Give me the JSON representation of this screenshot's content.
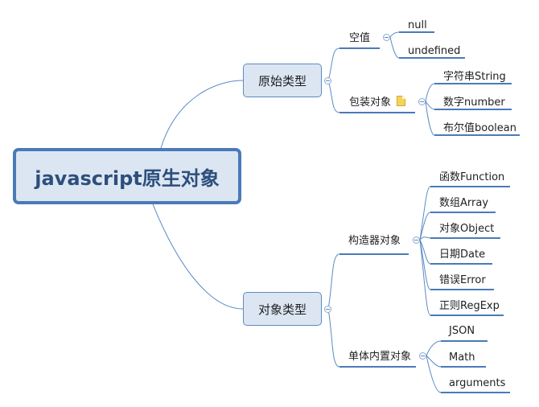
{
  "root": "javascript原生对象",
  "branches": {
    "primitive": {
      "label": "原始类型",
      "groups": {
        "empty": {
          "label": "空值",
          "items": [
            "null",
            "undefined"
          ]
        },
        "wrapper": {
          "label": "包装对象",
          "items": [
            "字符串String",
            "数字number",
            "布尔值boolean"
          ]
        }
      }
    },
    "object": {
      "label": "对象类型",
      "groups": {
        "ctor": {
          "label": "构造器对象",
          "items": [
            "函数Function",
            "数组Array",
            "对象Object",
            "日期Date",
            "错误Error",
            "正则RegExp"
          ]
        },
        "singleton": {
          "label": "单体内置对象",
          "items": [
            "JSON",
            "Math",
            "arguments"
          ]
        }
      }
    }
  },
  "icons": {
    "collapse": "collapse-minus-icon",
    "note": "note-icon"
  },
  "colors": {
    "edge": "#5b8bc4",
    "underline": "#4a7ab8",
    "root_fill": "#dce6f2",
    "root_text": "#2d4f7c"
  }
}
